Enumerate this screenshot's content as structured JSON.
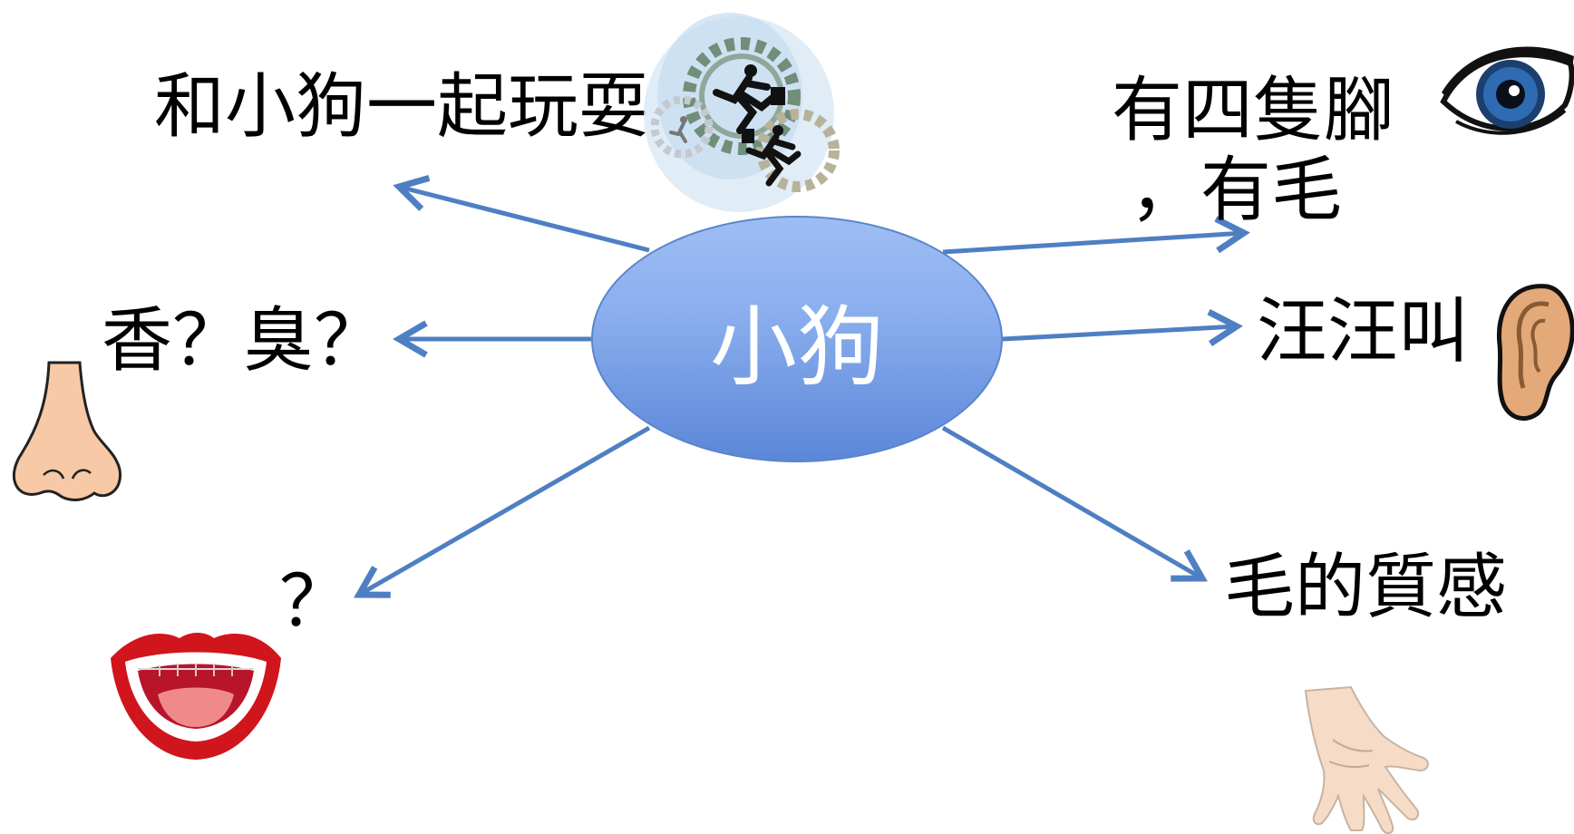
{
  "diagram": {
    "center": {
      "label": "小狗"
    },
    "branches": [
      {
        "id": "play",
        "label": "和小狗一起玩耍",
        "icon": "running-businessmen-gears-icon"
      },
      {
        "id": "see",
        "label_lines": [
          "有四隻腳",
          "，有毛"
        ],
        "icon": "eye-icon"
      },
      {
        "id": "smell",
        "label": "香？臭？",
        "icon": "nose-icon"
      },
      {
        "id": "hear",
        "label": "汪汪叫",
        "icon": "ear-icon"
      },
      {
        "id": "taste",
        "label": "？",
        "icon": "mouth-icon"
      },
      {
        "id": "touch",
        "label": "毛的質感",
        "icon": "hand-icon"
      }
    ]
  },
  "colors": {
    "arrow": "#4f7fc3",
    "center_fill_top": "#9fbdf4",
    "center_fill_bottom": "#5b87d8",
    "center_text": "#ffffff"
  }
}
